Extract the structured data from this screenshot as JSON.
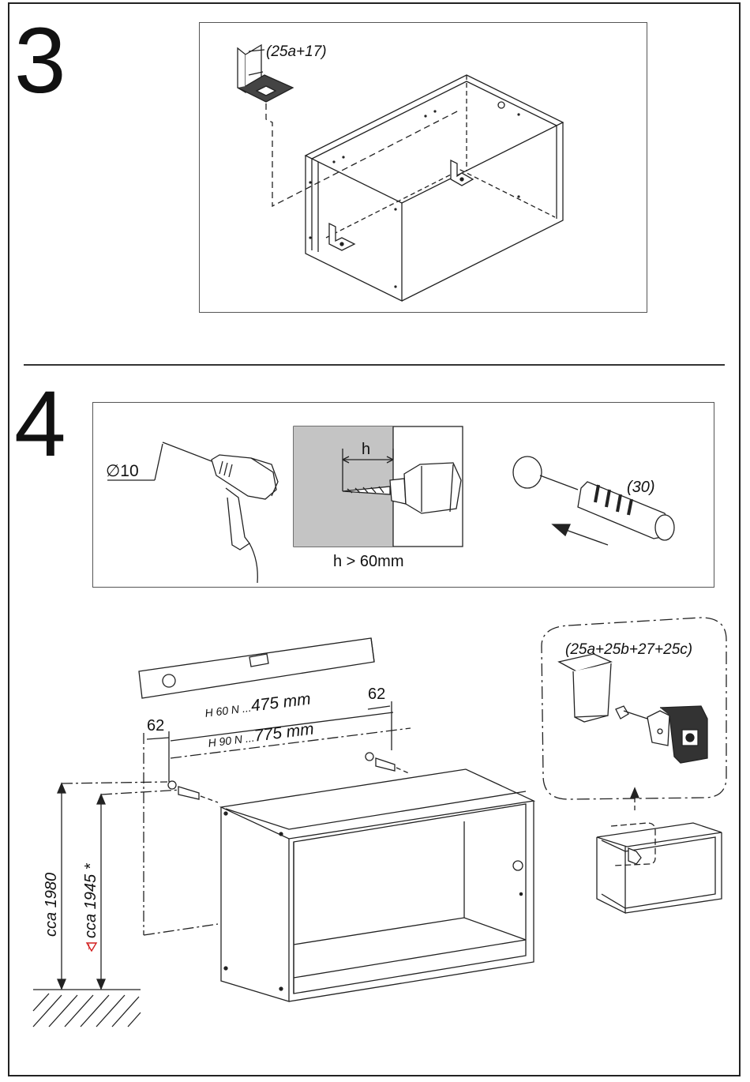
{
  "steps": {
    "step3": {
      "number": "3",
      "parts_label": "(25a+17)"
    },
    "step4": {
      "number": "4",
      "drill_diameter": "∅10",
      "depth_marker": "h",
      "depth_requirement": "h > 60mm",
      "dowel_part": "(30)",
      "bracket_parts": "(25a+25b+27+25c)",
      "offset_left": "62",
      "offset_right": "62",
      "span_h60_prefix": "H 60 N ...",
      "span_h60_value": "475 mm",
      "span_h90_prefix": "H 90 N ...",
      "span_h90_value": "775 mm",
      "height_floor": "cca 1980",
      "height_cabinet": "cca 1945 *"
    }
  },
  "colors": {
    "line": "#222222",
    "wall_grey": "#c4c4c4",
    "warning_red": "#d21e1e"
  }
}
